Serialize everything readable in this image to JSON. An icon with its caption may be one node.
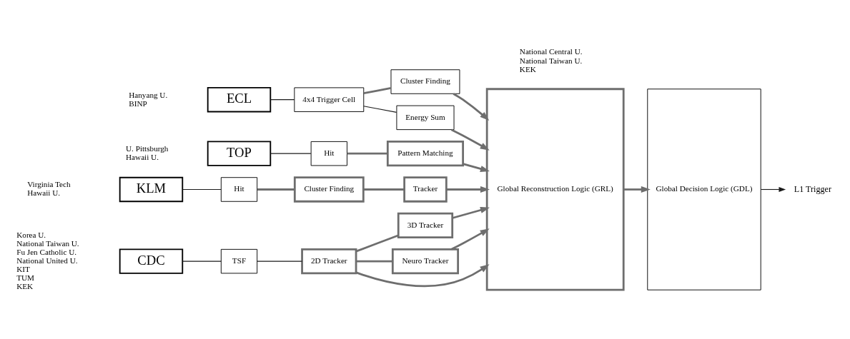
{
  "diagram": {
    "nodes": [
      {
        "text": [
          "CDC"
        ],
        "beside": [
          "Korea U.",
          "National Taiwan U.",
          "Fu Jen Catholic U.",
          "National United U.",
          "KIT",
          "TUM",
          "KEK"
        ]
      },
      {
        "text": [
          "TSF"
        ]
      },
      {
        "text": [
          "2D Tracker"
        ]
      },
      {
        "text": [
          "3D Tracker"
        ]
      },
      {
        "text": [
          "Neuro Tracker"
        ]
      },
      {
        "text": [
          "ECL"
        ],
        "beside": [
          "Hanyang U.",
          "BINP"
        ]
      },
      {
        "text": [
          "4x4 Trigger Cell"
        ]
      },
      {
        "text": [
          "Cluster Finding"
        ]
      },
      {
        "text": [
          "Energy Sum"
        ]
      },
      {
        "text": [
          "TOP"
        ],
        "beside": [
          "U. Pittsburgh",
          "Hawaii U."
        ]
      },
      {
        "text": [
          "Hit"
        ]
      },
      {
        "text": [
          "Pattern Matching"
        ]
      },
      {
        "text": [
          "KLM"
        ],
        "beside": [
          "Virginia Tech",
          "Hawaii U."
        ]
      },
      {
        "text": [
          "Hit"
        ]
      },
      {
        "text": [
          "Cluster Finding"
        ]
      },
      {
        "text": [
          "Tracker"
        ]
      },
      {
        "text": [
          "Global Reconstruction Logic (GRL)"
        ],
        "beside": [
          "National Central U.",
          "National Taiwan U.",
          "KEK"
        ]
      },
      {
        "text": [
          "Global Decision Logic (GDL)"
        ]
      },
      {
        "text": [
          "L1 Trigger"
        ]
      }
    ],
    "edges": [
      {
        "from": 0,
        "to": 1,
        "arrow": "none",
        "color": "#1a1a1a"
      },
      {
        "from": 1,
        "to": 2,
        "arrow": "none",
        "color": "#1a1a1a"
      },
      {
        "from": 2,
        "to": 3,
        "arrow": "none"
      },
      {
        "from": 2,
        "to": 4,
        "arrow": "none"
      },
      {
        "from": 2,
        "to": 16,
        "arrow": "to"
      },
      {
        "from": 3,
        "to": 16,
        "arrow": "to"
      },
      {
        "from": 4,
        "to": 16,
        "arrow": "to"
      },
      {
        "from": 5,
        "to": 6,
        "arrow": "none",
        "color": "#1a1a1a"
      },
      {
        "from": 6,
        "to": 7,
        "arrow": "none"
      },
      {
        "from": 6,
        "to": 8,
        "arrow": "none",
        "color": "#1a1a1a"
      },
      {
        "from": 7,
        "to": 16,
        "arrow": "to"
      },
      {
        "from": 8,
        "to": 16,
        "arrow": "to"
      },
      {
        "from": 9,
        "to": 10,
        "arrow": "none",
        "color": "#1a1a1a"
      },
      {
        "from": 10,
        "to": 11,
        "arrow": "none"
      },
      {
        "from": 11,
        "to": 16,
        "arrow": "to"
      },
      {
        "from": 12,
        "to": 13,
        "arrow": "none",
        "color": "#1a1a1a"
      },
      {
        "from": 13,
        "to": 14,
        "arrow": "none"
      },
      {
        "from": 14,
        "to": 15,
        "arrow": "none"
      },
      {
        "from": 15,
        "to": 16,
        "arrow": "to"
      },
      {
        "from": 16,
        "to": 17,
        "arrow": "to"
      },
      {
        "from": 17,
        "to": 18,
        "arrow": "to",
        "color": "#1a1a1a"
      }
    ]
  }
}
